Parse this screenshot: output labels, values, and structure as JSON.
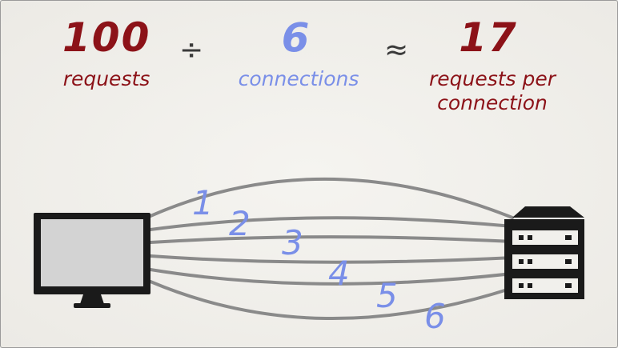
{
  "equation": {
    "requests_value": "100",
    "requests_label": "requests",
    "divide_symbol": "÷",
    "connections_value": "6",
    "connections_label": "connections",
    "approx_symbol": "≈",
    "result_value": "17",
    "result_label_line1": "requests per",
    "result_label_line2": "connection"
  },
  "diagram": {
    "connection_numbers": [
      "1",
      "2",
      "3",
      "4",
      "5",
      "6"
    ],
    "colors": {
      "red": "#8c1218",
      "blue": "#7a8fe8",
      "line": "#8a8a8a",
      "device": "#1a1a1a"
    },
    "client_icon": "computer-monitor-icon",
    "server_icon": "server-rack-icon"
  }
}
